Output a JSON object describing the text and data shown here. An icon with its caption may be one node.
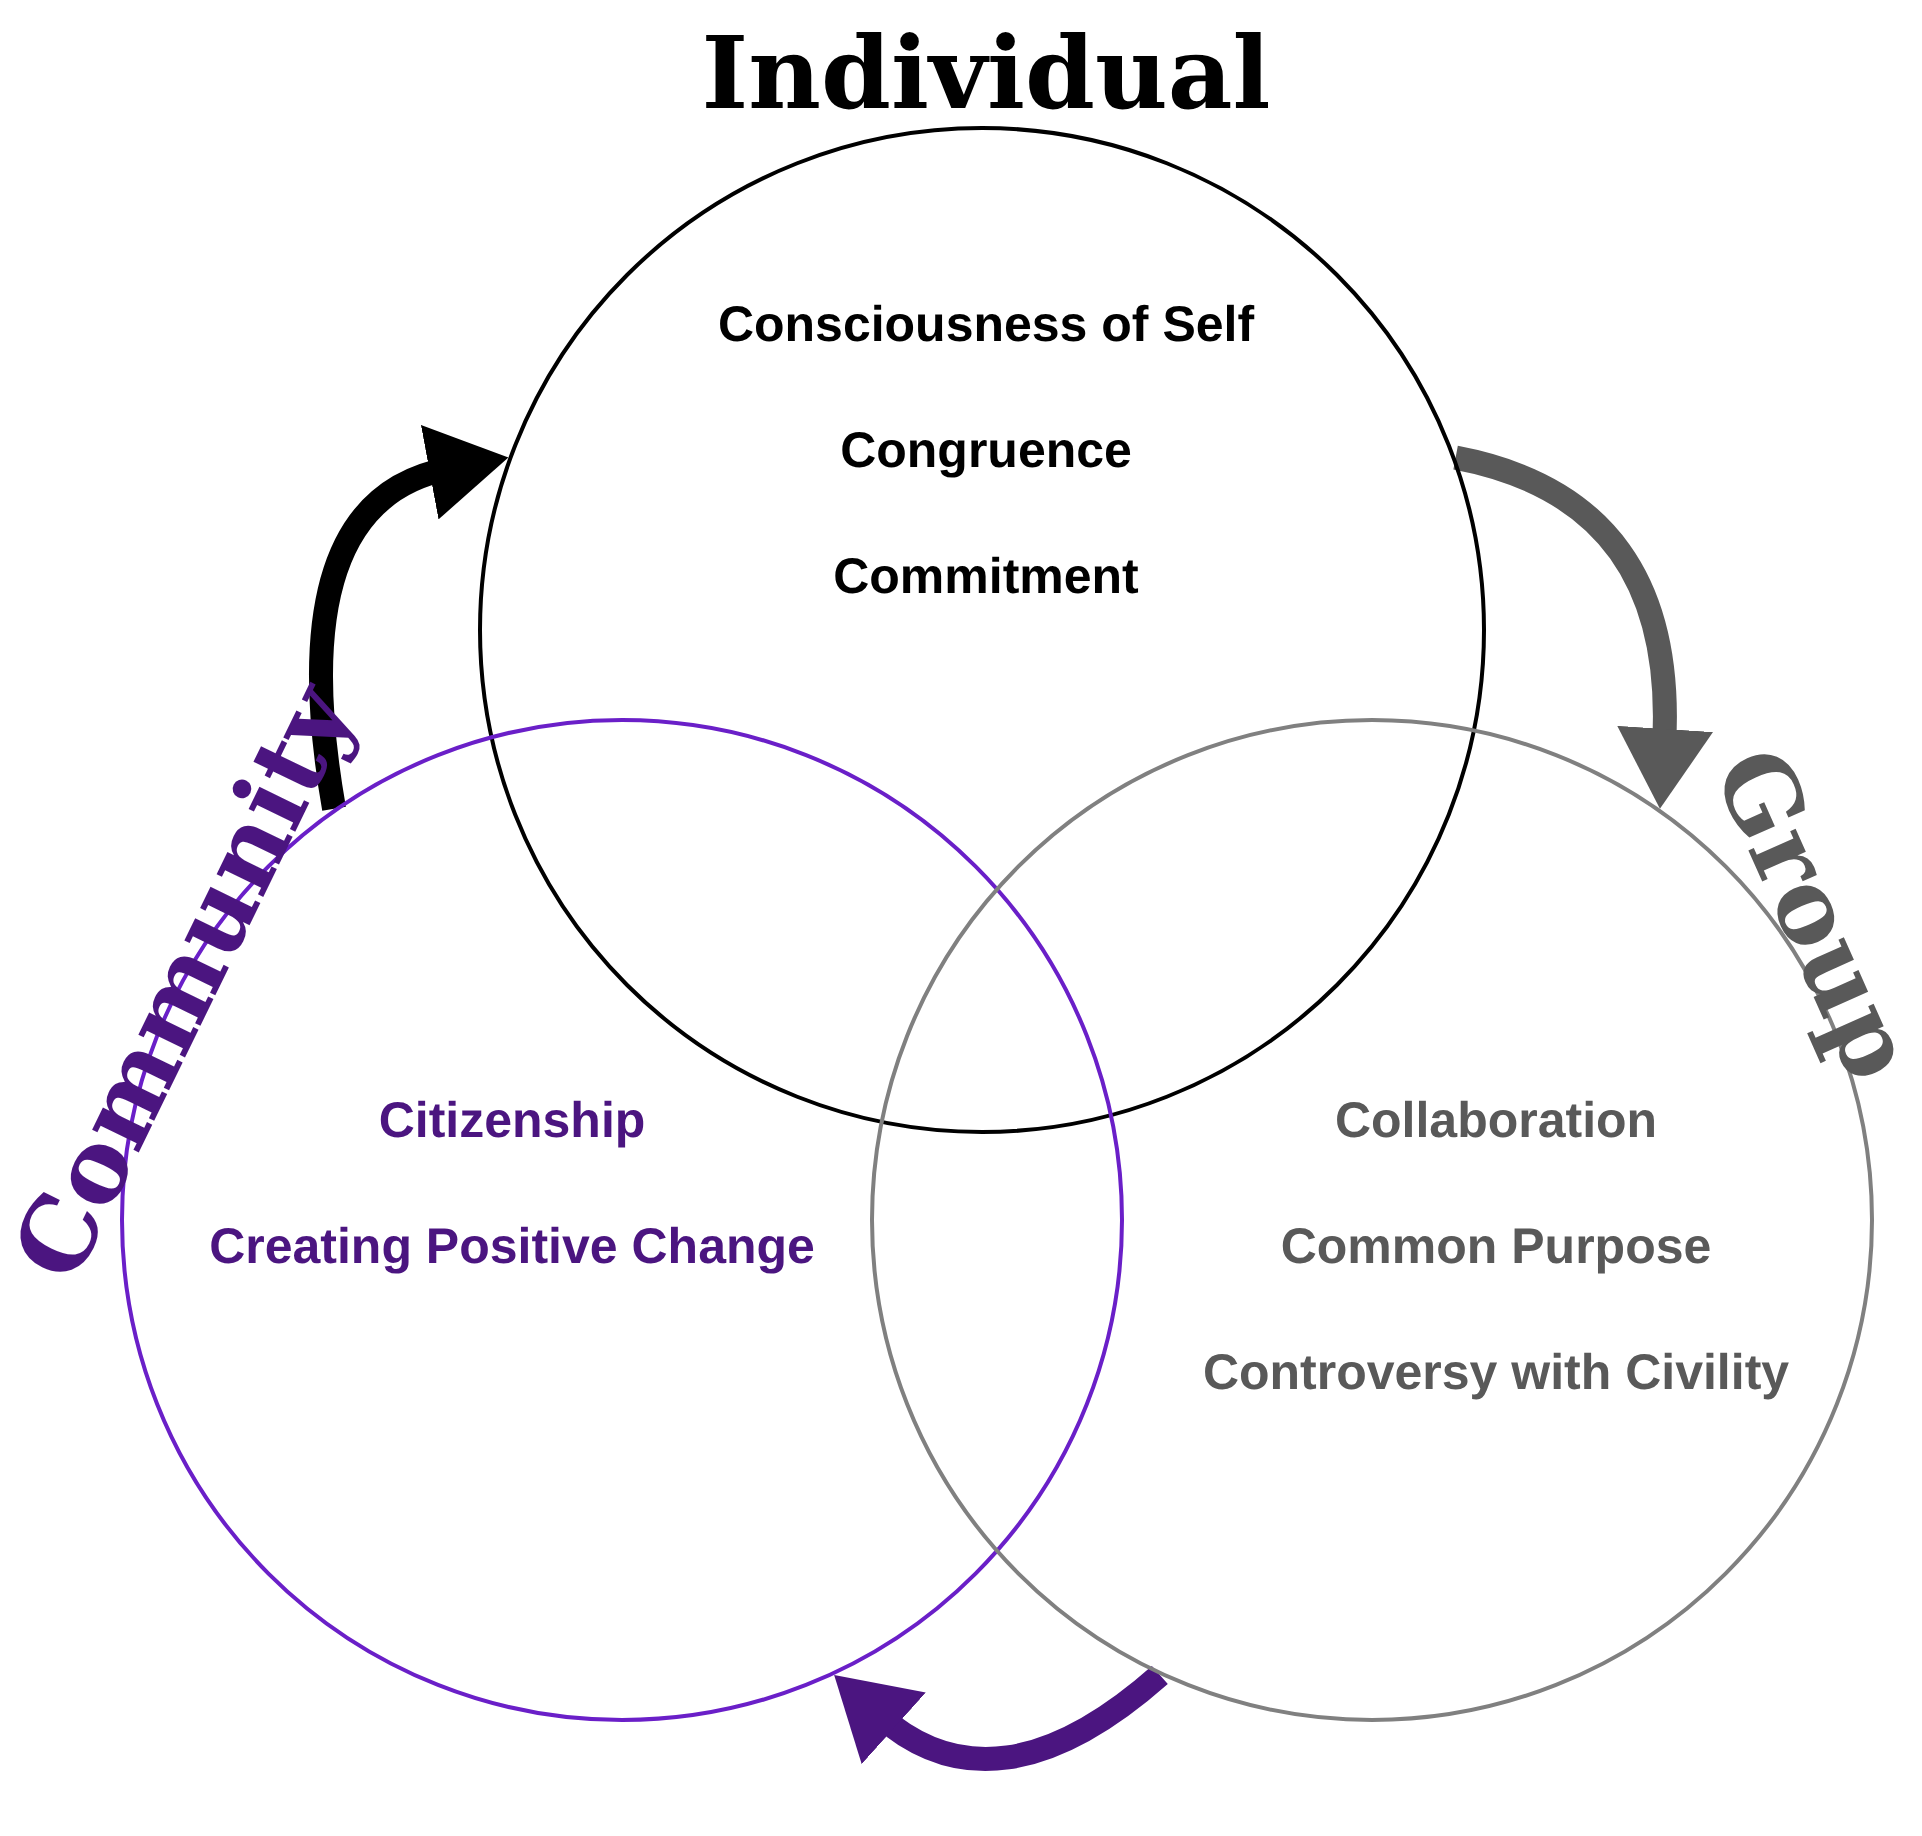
{
  "diagram": {
    "nodes": [
      {
        "text": [
          "Individual",
          "Consciousness of Self",
          "Congruence",
          "Commitment"
        ]
      },
      {
        "text": [
          "Community",
          "Citizenship",
          "Creating Positive Change"
        ]
      },
      {
        "text": [
          "Group",
          "Collaboration",
          "Common Purpose",
          "Controversy with Civility"
        ]
      }
    ],
    "edges": [
      {
        "from": 1,
        "to": 0,
        "arrow": "to",
        "color": "#000000"
      },
      {
        "from": 0,
        "to": 2,
        "arrow": "to",
        "color": "#595959"
      },
      {
        "from": 2,
        "to": 1,
        "arrow": "to",
        "color": "#4b1580"
      }
    ]
  }
}
